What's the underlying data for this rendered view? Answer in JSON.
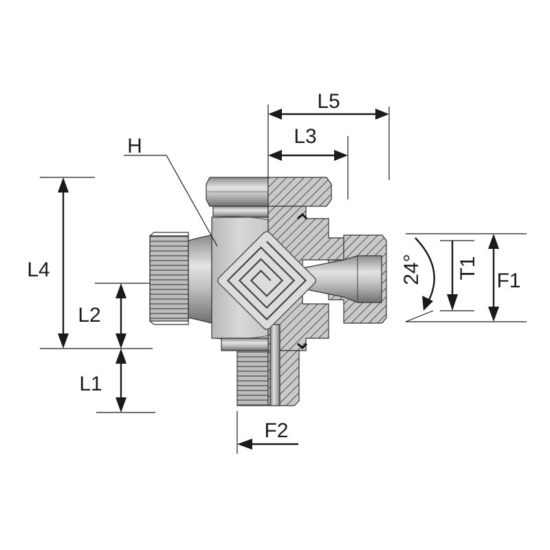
{
  "labels": {
    "L5": "L5",
    "L3": "L3",
    "H": "H",
    "L4": "L4",
    "L2": "L2",
    "L1": "L1",
    "F2": "F2",
    "angle": "24°",
    "T1": "T1",
    "F1": "F1"
  },
  "colors": {
    "steel_light": "#d6d6d6",
    "steel_mid": "#a8a8a8",
    "steel_dark": "#6e6e6e",
    "section_fill": "#c4c4c4",
    "hatch": "#555555",
    "ink": "#1a1a1a"
  }
}
